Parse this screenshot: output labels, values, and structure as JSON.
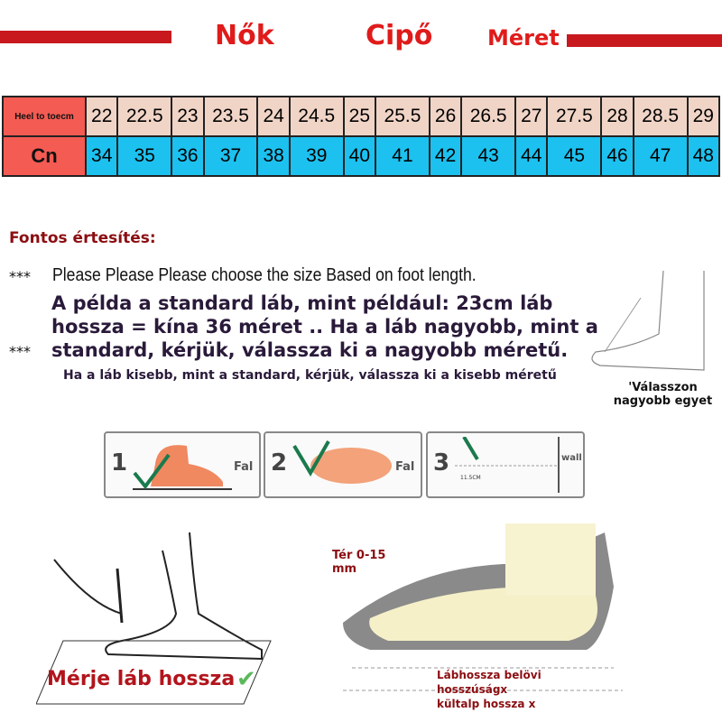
{
  "header": {
    "title_words": [
      "Nők",
      "Cipő",
      "Méret"
    ]
  },
  "size_table": {
    "row1_label": "Heel to toecm",
    "row2_label": "Cn",
    "foot_length_cm": [
      "22",
      "22.5",
      "23",
      "23.5",
      "24",
      "24.5",
      "25",
      "25.5",
      "26",
      "26.5",
      "27",
      "27.5",
      "28",
      "28.5",
      "29"
    ],
    "cn_sizes": [
      "34",
      "35",
      "36",
      "37",
      "38",
      "39",
      "40",
      "41",
      "42",
      "43",
      "44",
      "45",
      "46",
      "47",
      "48"
    ]
  },
  "notice": {
    "heading": "Fontos értesítés:",
    "stars": "***",
    "line1": "Please Please Please choose the size Based on foot length.",
    "line2": "A példa a standard láb, mint például: 23cm láb",
    "line3": "hossza = kína 36 méret .. Ha a láb nagyobb, mint a",
    "line4": "standard, kérjük, válassza ki a nagyobb méretű.",
    "line5": "Ha a láb kisebb, mint a standard, kérjük, válassza ki a kisebb méretű",
    "side_note": "'Válasszon nagyobb egyet"
  },
  "steps": [
    {
      "num": "1",
      "label": "Fal"
    },
    {
      "num": "2",
      "label": "Fal"
    },
    {
      "num": "3",
      "label": "wall",
      "measure": "11.5CM"
    }
  ],
  "measure": {
    "caption": "Mérje láb hossza",
    "space_label": "Tér 0-15 mm",
    "length_labels": [
      "Lábhossza belövi",
      "hosszúságx",
      "kültalp hossza x"
    ]
  }
}
